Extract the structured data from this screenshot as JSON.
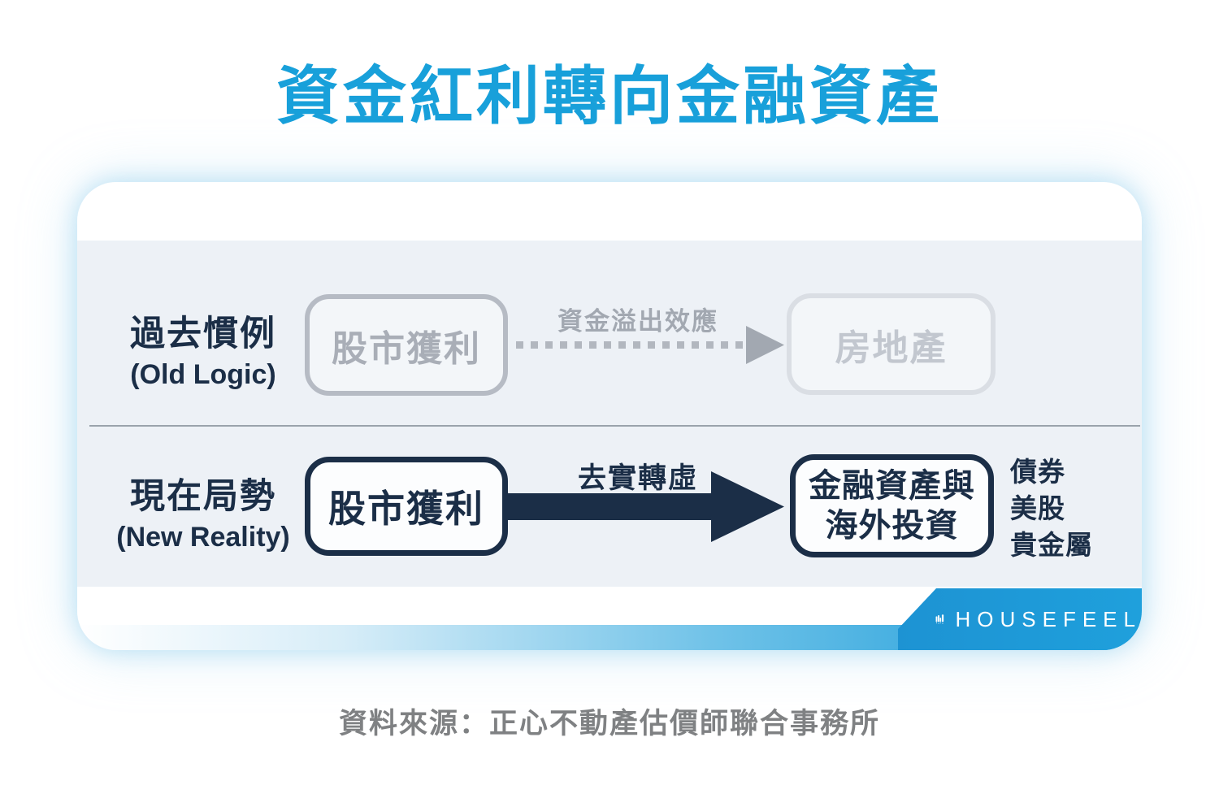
{
  "title": "資金紅利轉向金融資產",
  "colors": {
    "title_blue": "#18a0da",
    "navy": "#1b2e47",
    "banner_blue": "#1e9ad6",
    "old_box_gray": "#a9aeb7",
    "old_target_gray": "#c2c7cf",
    "card_bg": "#edf1f6"
  },
  "diagram": {
    "rows": [
      {
        "label_zh": "過去慣例",
        "label_en": "(Old Logic)",
        "source_box": "股市獲利",
        "arrow_label": "資金溢出效應",
        "target_box": "房地產"
      },
      {
        "label_zh": "現在局勢",
        "label_en": "(New Reality)",
        "source_box": "股市獲利",
        "arrow_label": "去實轉虛",
        "target_box_lines": [
          "金融資產與",
          "海外投資"
        ],
        "side_items": [
          "債券",
          "美股",
          "貴金屬"
        ]
      }
    ]
  },
  "brand": {
    "name": "HOUSEFEEL",
    "logo_icon": "housefeel-buildings-icon"
  },
  "footer": {
    "source": "資料來源：正心不動產估價師聯合事務所"
  }
}
